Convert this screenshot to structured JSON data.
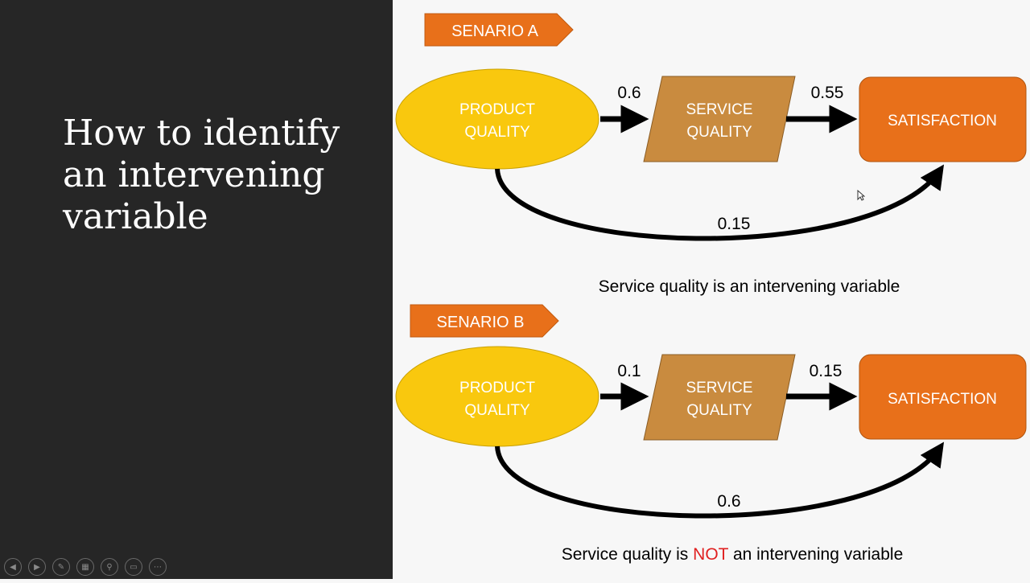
{
  "slide": {
    "title": "How to identify an intervening variable"
  },
  "scenario_a": {
    "tag": "SENARIO A",
    "product": [
      "PRODUCT",
      "QUALITY"
    ],
    "service": [
      "SERVICE",
      "QUALITY"
    ],
    "satisfaction": "SATISFACTION",
    "path_pq_sq": "0.6",
    "path_sq_sat": "0.55",
    "path_pq_sat": "0.15",
    "caption": "Service quality is an intervening variable"
  },
  "scenario_b": {
    "tag": "SENARIO B",
    "product": [
      "PRODUCT",
      "QUALITY"
    ],
    "service": [
      "SERVICE",
      "QUALITY"
    ],
    "satisfaction": "SATISFACTION",
    "path_pq_sq": "0.1",
    "path_sq_sat": "0.15",
    "path_pq_sat": "0.6",
    "caption_before": "Service quality is ",
    "caption_emphasis": "NOT",
    "caption_after": " an intervening variable"
  },
  "colors": {
    "tag": "#e8701a",
    "product": "#f9c80e",
    "service": "#c98b3f",
    "satisfaction": "#e8701a",
    "emphasis": "#e02020"
  },
  "toolbar": {
    "icons": [
      "previous-slide-icon",
      "next-slide-icon",
      "pen-icon",
      "slides-grid-icon",
      "zoom-icon",
      "subtitles-icon",
      "more-options-icon"
    ],
    "glyphs": [
      "◀",
      "▶",
      "✎",
      "▦",
      "⚲",
      "▭",
      "⋯"
    ]
  }
}
